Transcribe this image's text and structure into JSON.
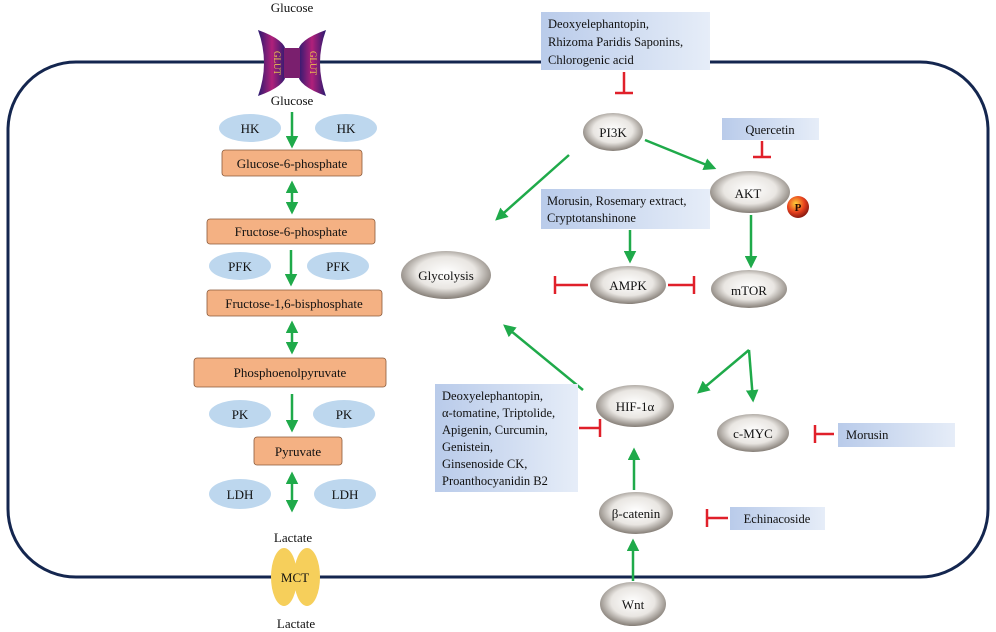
{
  "transport": {
    "glucose_outside": "Glucose",
    "glucose_inside": "Glucose",
    "glut_left": "GLUT",
    "glut_right": "GLUT",
    "lactate_inside": "Lactate",
    "lactate_outside": "Lactate",
    "mct": "MCT"
  },
  "metabolites": {
    "g6p": "Glucose-6-phosphate",
    "f6p": "Fructose-6-phosphate",
    "f16bp": "Fructose-1,6-bisphosphate",
    "pep": "Phosphoenolpyruvate",
    "pyruvate": "Pyruvate"
  },
  "enzymes": {
    "hk": "HK",
    "pfk": "PFK",
    "pk": "PK",
    "ldh": "LDH"
  },
  "nodes": {
    "pi3k": "PI3K",
    "akt": "AKT",
    "p": "P",
    "glycolysis": "Glycolysis",
    "ampk": "AMPK",
    "mtor": "mTOR",
    "hif1a": "HIF-1α",
    "cmyc": "c-MYC",
    "bcatenin": "β-catenin",
    "wnt": "Wnt"
  },
  "inhibitors": {
    "pi3k_box": [
      "Deoxyelephantopin,",
      "Rhizoma Paridis Saponins,",
      "Chlorogenic  acid"
    ],
    "akt_box": [
      "Quercetin"
    ],
    "ampk_box": [
      "Morusin, Rosemary extract,",
      "Cryptotanshinone"
    ],
    "hif_box": [
      "Deoxyelephantopin,",
      "α-tomatine, Triptolide,",
      "Apigenin,  Curcumin,",
      "Genistein,",
      "Ginsenoside CK,",
      "Proanthocyanidin B2"
    ],
    "cmyc_box": [
      "Morusin"
    ],
    "bcat_box": [
      "Echinacoside"
    ]
  },
  "colors": {
    "green_arrow": "#1faa4a",
    "red_inhibit": "#e0202a",
    "membrane": "#14264f",
    "metabolite_fill": "#f4b183",
    "enzyme_fill": "#bdd7ee",
    "inhibitor_box": "#c5d5ee",
    "mct_fill": "#f6cf5b"
  }
}
